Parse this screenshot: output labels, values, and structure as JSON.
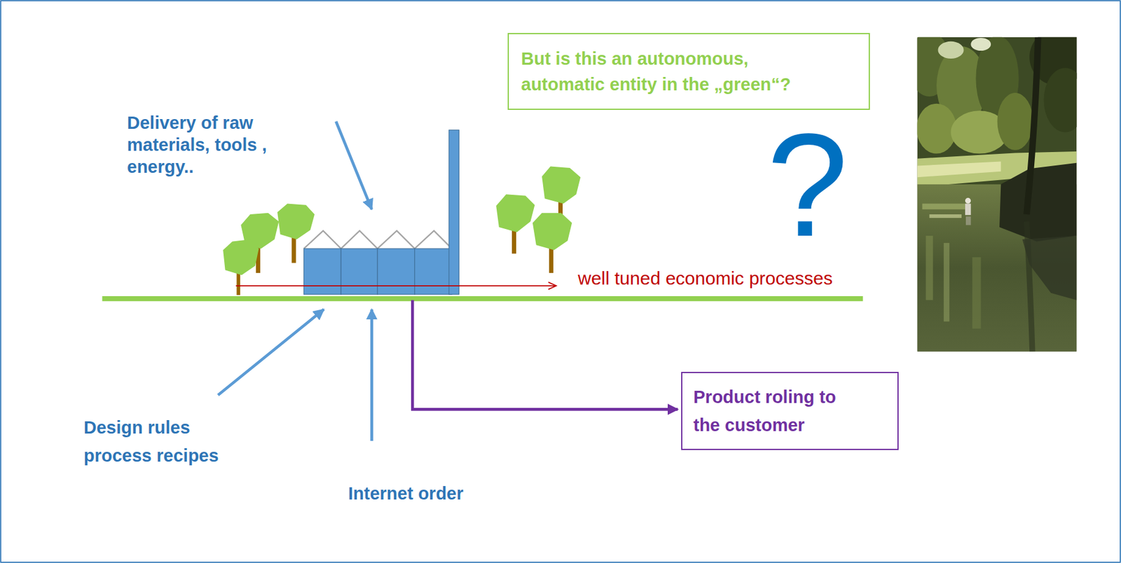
{
  "diagram": {
    "nodes": [
      {
        "text": [
          "But is this an autonomous, automatic entity in the „green“?"
        ]
      },
      {
        "text": [
          "Product roling to the customer"
        ]
      }
    ],
    "labels": [
      "Delivery of raw materials, tools , energy..",
      "?",
      "well tuned economic processes",
      "Design rules process recipes",
      "Internet order"
    ]
  }
}
